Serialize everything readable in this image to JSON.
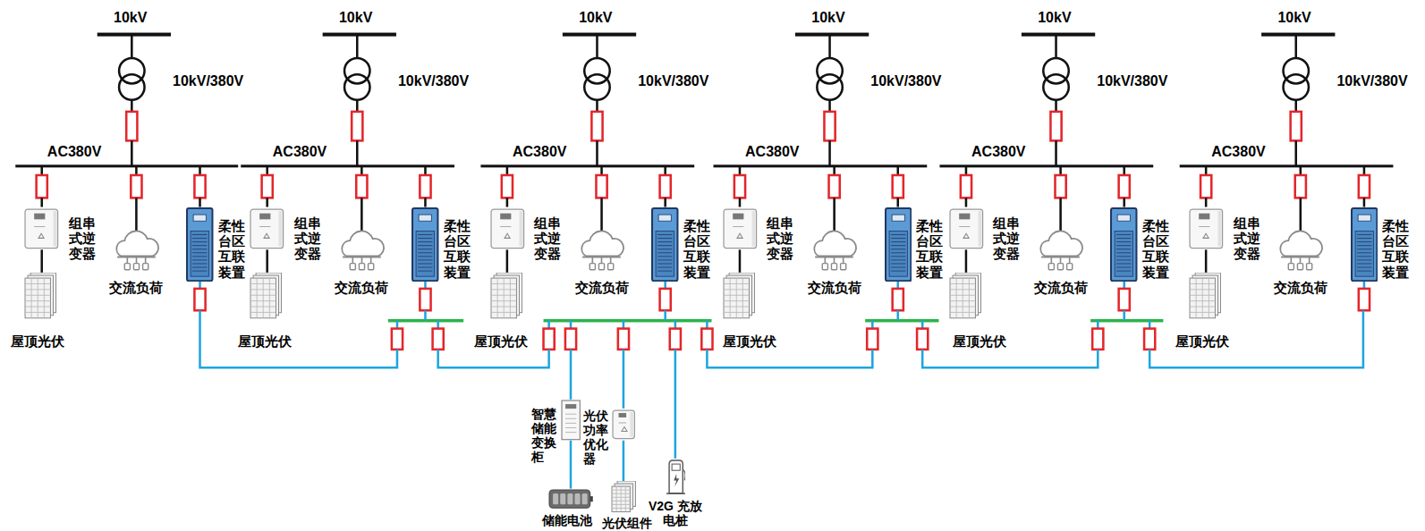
{
  "diagram": {
    "nodes": [
      {
        "text": [
          "组串式逆变器"
        ]
      },
      {
        "text": [
          "交流负荷"
        ]
      },
      {
        "text": [
          "柔性台区互联装置"
        ]
      },
      {
        "text": [
          "屋顶光伏"
        ]
      },
      {
        "text": [
          "组串式逆变器"
        ]
      },
      {
        "text": [
          "交流负荷"
        ]
      },
      {
        "text": [
          "柔性台区互联装置"
        ]
      },
      {
        "text": [
          "屋顶光伏"
        ]
      },
      {
        "text": [
          "组串式逆变器"
        ]
      },
      {
        "text": [
          "交流负荷"
        ]
      },
      {
        "text": [
          "柔性台区互联装置"
        ]
      },
      {
        "text": [
          "屋顶光伏"
        ]
      },
      {
        "text": [
          "组串式逆变器"
        ]
      },
      {
        "text": [
          "交流负荷"
        ]
      },
      {
        "text": [
          "柔性台区互联装置"
        ]
      },
      {
        "text": [
          "屋顶光伏"
        ]
      },
      {
        "text": [
          "组串式逆变器"
        ]
      },
      {
        "text": [
          "交流负荷"
        ]
      },
      {
        "text": [
          "柔性台区互联装置"
        ]
      },
      {
        "text": [
          "屋顶光伏"
        ]
      },
      {
        "text": [
          "组串式逆变器"
        ]
      },
      {
        "text": [
          "交流负荷"
        ]
      },
      {
        "text": [
          "柔性台区互联装置"
        ]
      },
      {
        "text": [
          "屋顶光伏"
        ]
      },
      {
        "text": [
          "智慧储能变换柜"
        ]
      },
      {
        "text": [
          "光伏功率优化器"
        ]
      },
      {
        "text": [
          "V2G 充放电桩"
        ]
      },
      {
        "text": [
          "储能电池"
        ]
      },
      {
        "text": [
          "光伏组件"
        ]
      }
    ],
    "edges": [
      {
        "from": 0,
        "to": 3,
        "arrow": "none"
      },
      {
        "from": 4,
        "to": 7,
        "arrow": "none"
      },
      {
        "from": 8,
        "to": 11,
        "arrow": "none"
      },
      {
        "from": 12,
        "to": 15,
        "arrow": "none"
      },
      {
        "from": 16,
        "to": 19,
        "arrow": "none"
      },
      {
        "from": 20,
        "to": 23,
        "arrow": "none"
      },
      {
        "from": 24,
        "to": 27,
        "arrow": "none"
      },
      {
        "from": 25,
        "to": 28,
        "arrow": "none"
      }
    ],
    "labels": [
      "10kV",
      "10kV/380V",
      "AC380V",
      "10kV",
      "10kV/380V",
      "AC380V",
      "10kV",
      "10kV/380V",
      "AC380V",
      "10kV",
      "10kV/380V",
      "AC380V",
      "10kV",
      "10kV/380V",
      "AC380V",
      "10kV",
      "10kV/380V",
      "AC380V"
    ]
  }
}
